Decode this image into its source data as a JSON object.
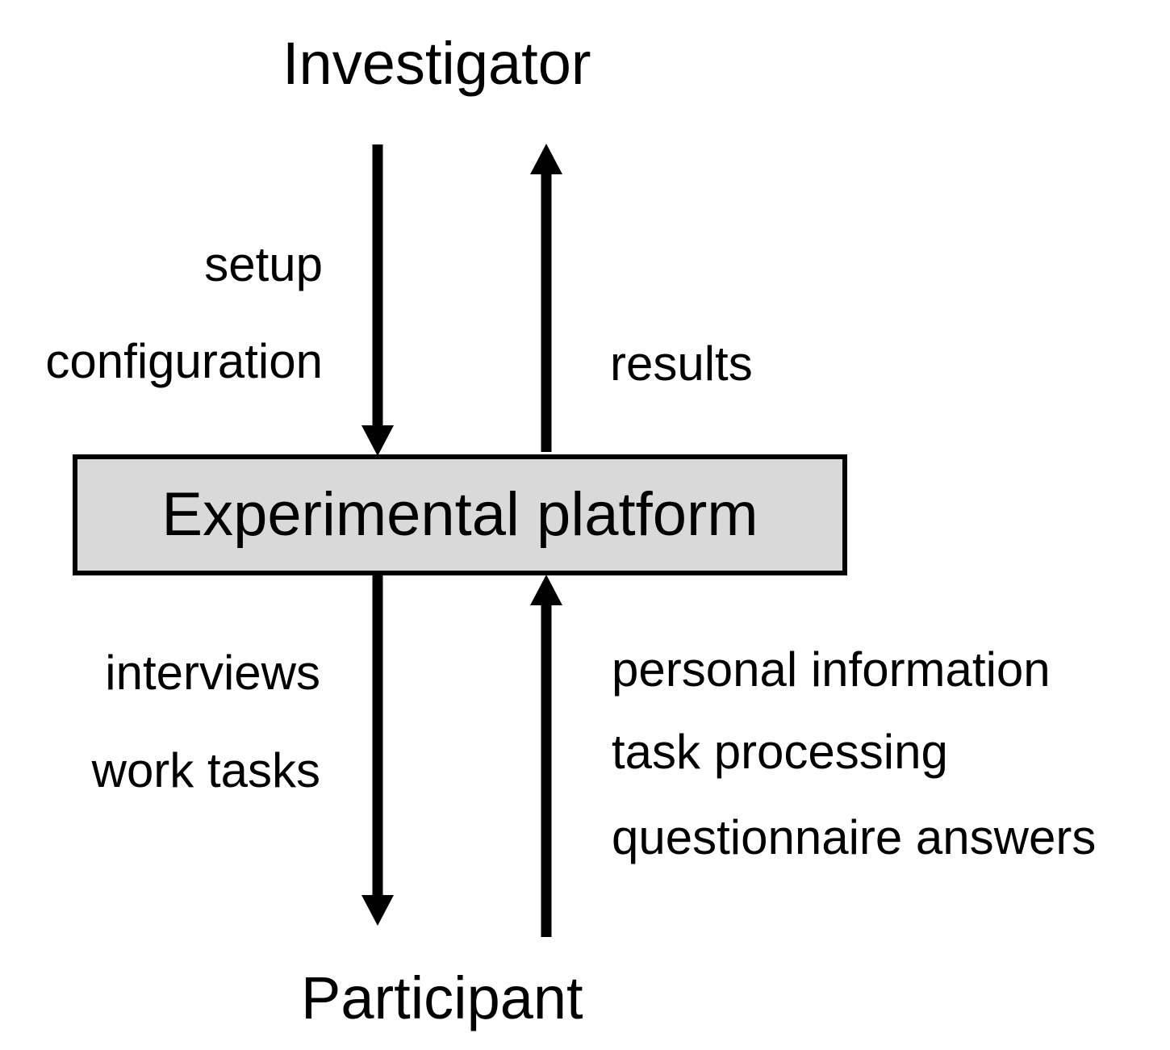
{
  "nodes": {
    "investigator": "Investigator",
    "platform": "Experimental platform",
    "participant": "Participant"
  },
  "flows": {
    "to_platform_from_investigator": [
      "setup",
      "configuration"
    ],
    "to_investigator": [
      "results"
    ],
    "to_participant": [
      "interviews",
      "work tasks"
    ],
    "to_platform_from_participant": [
      "personal information",
      "task processing",
      "questionnaire answers"
    ]
  },
  "colors": {
    "box_fill": "#d9d9d9",
    "stroke": "#000000",
    "text": "#000000"
  }
}
